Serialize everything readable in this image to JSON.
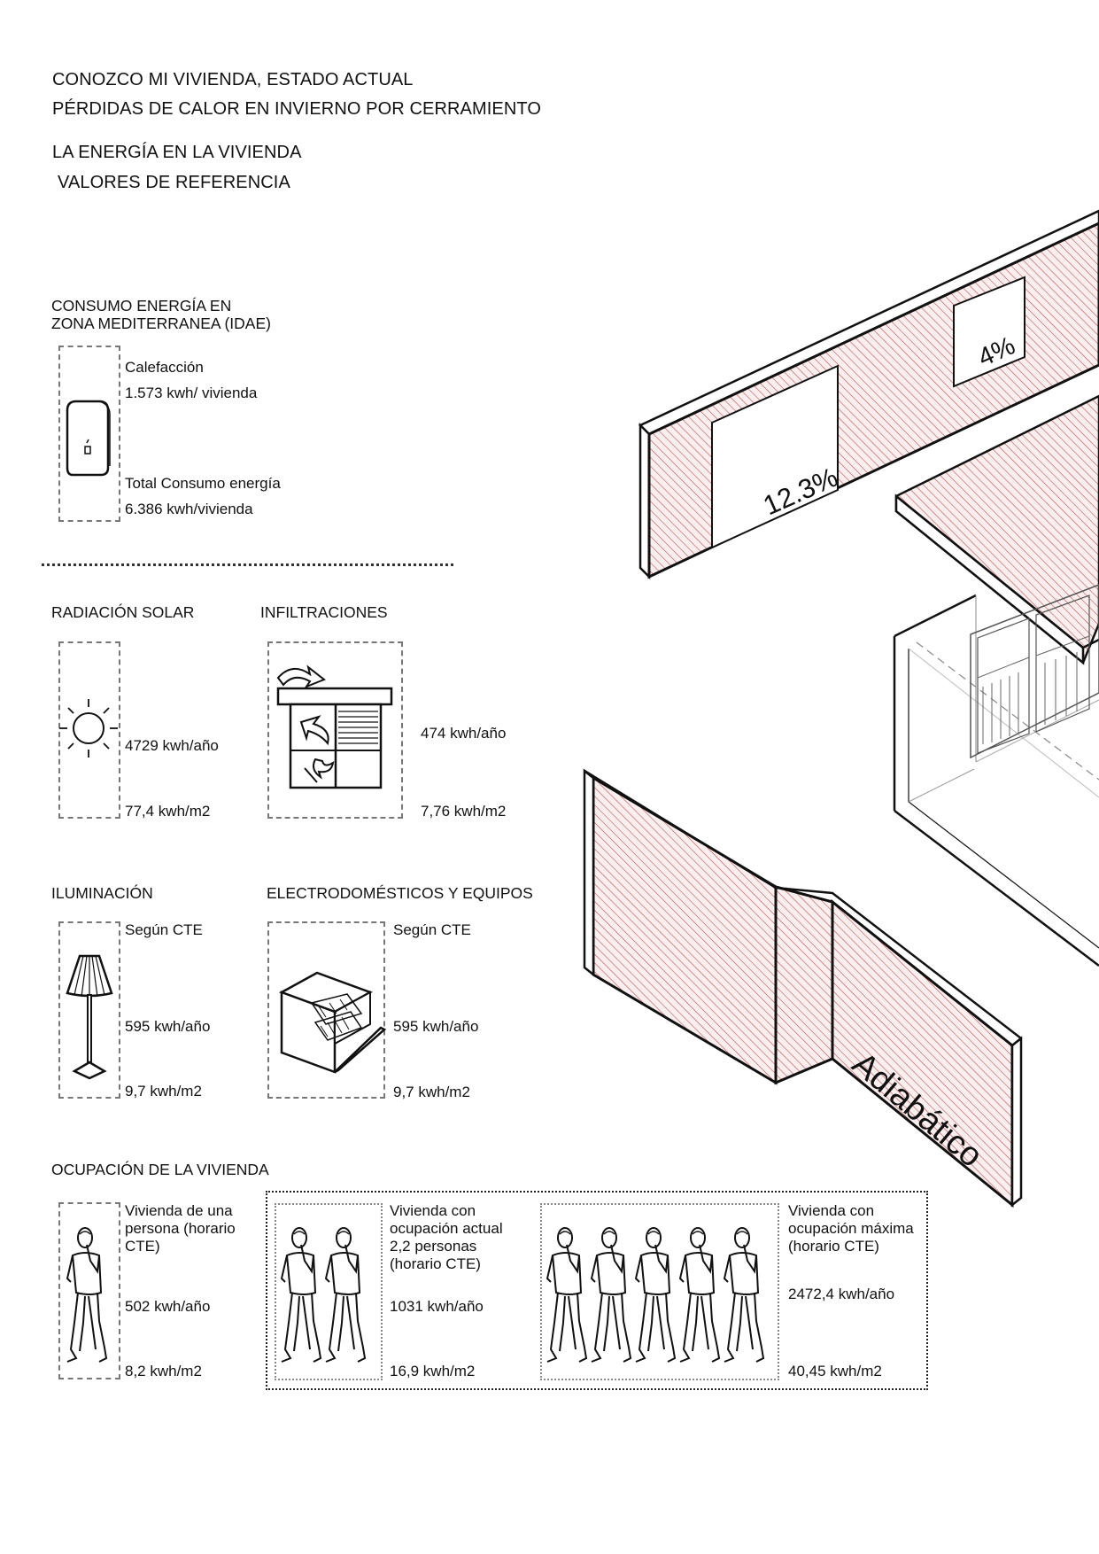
{
  "header": {
    "line1": "CONOZCO MI VIVIENDA, ESTADO ACTUAL",
    "line2": "PÉRDIDAS DE CALOR EN INVIERNO POR CERRAMIENTO",
    "line3": "LA ENERGÍA EN LA VIVIENDA",
    "line4": "VALORES DE REFERENCIA"
  },
  "consumo": {
    "title1": "CONSUMO ENERGÍA EN",
    "title2": "ZONA MEDITERRANEA (IDAE)",
    "heating_label": "Calefacción",
    "heating_value": "1.573 kwh/ vivienda",
    "total_label": "Total Consumo energía",
    "total_value": "6.386 kwh/vivienda",
    "icon": "water-heater-icon"
  },
  "radiacion": {
    "title": "RADIACIÓN SOLAR",
    "value1": "4729 kwh/año",
    "value2": "77,4 kwh/m2",
    "icon": "sun-icon"
  },
  "infiltraciones": {
    "title": "INFILTRACIONES",
    "value1": "474 kwh/año",
    "value2": "7,76 kwh/m2",
    "icon": "window-airflow-icon"
  },
  "iluminacion": {
    "title": "ILUMINACIÓN",
    "note": "Según CTE",
    "value1": "595 kwh/año",
    "value2": "9,7 kwh/m2",
    "icon": "floor-lamp-icon"
  },
  "electro": {
    "title": "ELECTRODOMÉSTICOS Y EQUIPOS",
    "note": "Según CTE",
    "value1": "595 kwh/año",
    "value2": "9,7 kwh/m2",
    "icon": "dishwasher-icon"
  },
  "ocupacion": {
    "title": "OCUPACIÓN DE LA VIVIENDA",
    "single": {
      "label": "Vivienda de una persona (horario CTE)",
      "value1": "502 kwh/año",
      "value2": "8,2 kwh/m2",
      "people": 1
    },
    "actual": {
      "label": "Vivienda con ocupación actual 2,2 personas (horario CTE)",
      "value1": "1031 kwh/año",
      "value2": "16,9 kwh/m2",
      "people": 2
    },
    "maxima": {
      "label": "Vivienda con ocupación máxima (horario CTE)",
      "value1": "2472,4 kwh/año",
      "value2": "40,45 kwh/m2",
      "people": 5
    },
    "icon": "person-icon"
  },
  "axonometry": {
    "window_large_pct": "12.3%",
    "window_small_pct": "4%",
    "adiabatic_label": "Adiabático",
    "hatch_color": "#b54848",
    "fill_color": "#fbeeee"
  }
}
